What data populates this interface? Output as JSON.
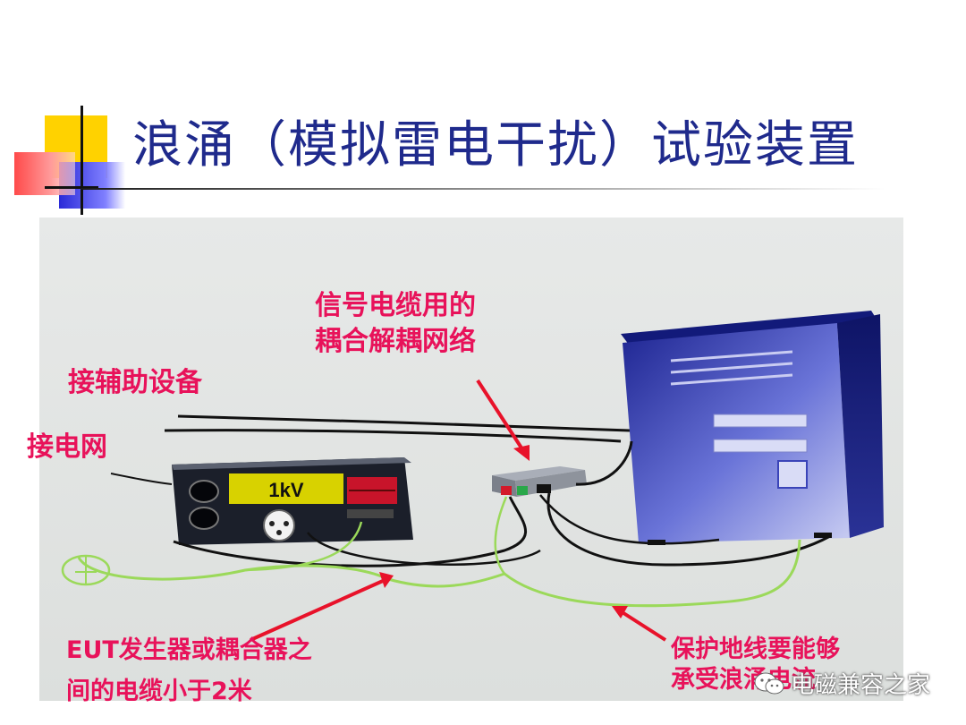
{
  "title": "浪涌（模拟雷电干扰）试验装置",
  "labels": {
    "aux": "接辅助设备",
    "grid": "接电网",
    "cdn_line1": "信号电缆用的",
    "cdn_line2": "耦合解耦网络",
    "eut_line1": "EUT发生器或耦合器之",
    "eut_line2": "间的电缆小于2米",
    "pe_line1": "保护地线要能够",
    "pe_line2": "承受浪涌电流"
  },
  "generator": {
    "display": "1kV"
  },
  "watermark": {
    "text": "电磁兼容之家",
    "logo": "wechat-icon"
  },
  "colors": {
    "title": "#1f2a8c",
    "label": "#e8125a",
    "arrow": "#e8122a",
    "ground_wire": "#9bd95a",
    "cabinet": "#3a44b8"
  }
}
